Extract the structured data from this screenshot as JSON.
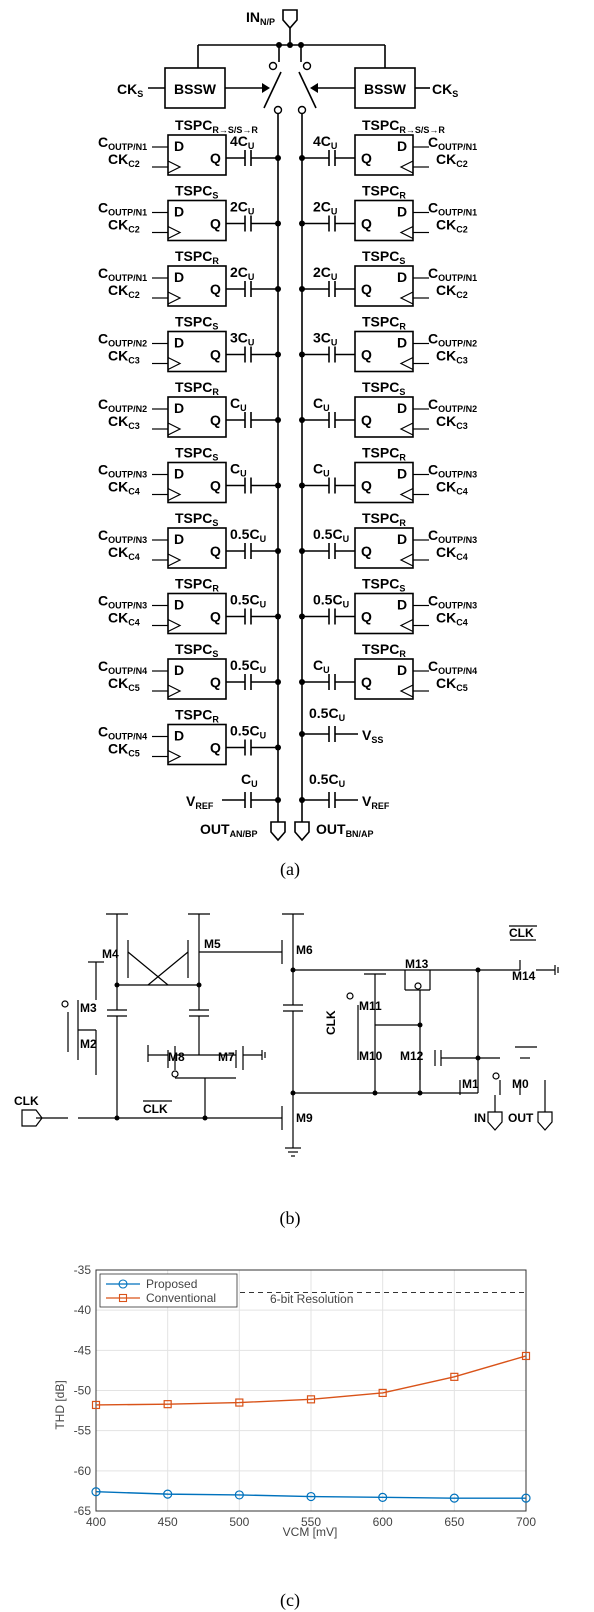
{
  "panel_a": {
    "caption": "(a)",
    "in_label": "IN",
    "in_sub": "N/P",
    "bssw": "BSSW",
    "cks": "CK",
    "cks_sub": "S",
    "out_left": "OUT",
    "out_left_sub": "AN/BP",
    "out_right": "OUT",
    "out_right_sub": "BN/AP",
    "vref": "V",
    "vref_sub": "REF",
    "vss": "V",
    "vss_sub": "SS",
    "ff_d": "D",
    "ff_q": "Q",
    "left_rows": [
      {
        "tspc": "R→S/S→R",
        "cap": "4C",
        "cout": "N1",
        "ck": "C2"
      },
      {
        "tspc": "S",
        "cap": "2C",
        "cout": "N1",
        "ck": "C2"
      },
      {
        "tspc": "R",
        "cap": "2C",
        "cout": "N1",
        "ck": "C2"
      },
      {
        "tspc": "S",
        "cap": "3C",
        "cout": "N2",
        "ck": "C3"
      },
      {
        "tspc": "R",
        "cap": "C",
        "cout": "N2",
        "ck": "C3"
      },
      {
        "tspc": "S",
        "cap": "C",
        "cout": "N3",
        "ck": "C4"
      },
      {
        "tspc": "S",
        "cap": "0.5C",
        "cout": "N3",
        "ck": "C4"
      },
      {
        "tspc": "R",
        "cap": "0.5C",
        "cout": "N3",
        "ck": "C4"
      },
      {
        "tspc": "S",
        "cap": "0.5C",
        "cout": "N4",
        "ck": "C5"
      },
      {
        "tspc": "R",
        "cap": "0.5C",
        "cout": "N4",
        "ck": "C5"
      }
    ],
    "right_rows": [
      {
        "tspc": "R→S/S→R",
        "cap": "4C",
        "cout": "N1",
        "ck": "C2"
      },
      {
        "tspc": "R",
        "cap": "2C",
        "cout": "N1",
        "ck": "C2"
      },
      {
        "tspc": "S",
        "cap": "2C",
        "cout": "N1",
        "ck": "C2"
      },
      {
        "tspc": "R",
        "cap": "3C",
        "cout": "N2",
        "ck": "C3"
      },
      {
        "tspc": "S",
        "cap": "C",
        "cout": "N2",
        "ck": "C3"
      },
      {
        "tspc": "R",
        "cap": "C",
        "cout": "N3",
        "ck": "C4"
      },
      {
        "tspc": "R",
        "cap": "0.5C",
        "cout": "N3",
        "ck": "C4"
      },
      {
        "tspc": "S",
        "cap": "0.5C",
        "cout": "N3",
        "ck": "C4"
      },
      {
        "tspc": "R",
        "cap": "C",
        "cout": "N4",
        "ck": "C5"
      }
    ],
    "right_vss_cap": "0.5C",
    "left_vref_cap": "C",
    "right_vref_cap": "0.5C",
    "tspc_word": "TSPC",
    "cout_word": "C",
    "cout_prefix": "OUTP/",
    "ck_word": "CK",
    "unit_sub": "U"
  },
  "panel_b": {
    "caption": "(b)",
    "transistors": [
      "M4",
      "M5",
      "M6",
      "M13",
      "M14",
      "M11",
      "M10",
      "M12",
      "M8",
      "M7",
      "M3",
      "M2",
      "M9",
      "M1",
      "M0"
    ],
    "clk": "CLK",
    "clk_bar": "CLK",
    "in": "IN",
    "out": "OUT"
  },
  "panel_c": {
    "caption": "(c)"
  },
  "chart_data": {
    "type": "line",
    "xlabel": "VCM [mV]",
    "ylabel": "THD [dB]",
    "xlim": [
      400,
      700
    ],
    "ylim": [
      -65,
      -35
    ],
    "xticks": [
      400,
      450,
      500,
      550,
      600,
      650,
      700
    ],
    "yticks": [
      -35,
      -40,
      -45,
      -50,
      -55,
      -60,
      -65
    ],
    "grid": true,
    "legend": "top-left",
    "x": [
      400,
      450,
      500,
      550,
      600,
      650,
      700
    ],
    "series": [
      {
        "name": "Proposed",
        "color": "#0072BD",
        "marker": "circle",
        "values": [
          -62.6,
          -62.9,
          -63.0,
          -63.2,
          -63.3,
          -63.4,
          -63.4
        ]
      },
      {
        "name": "Conventional",
        "color": "#D95319",
        "marker": "square",
        "values": [
          -51.8,
          -51.7,
          -51.5,
          -51.1,
          -50.3,
          -48.3,
          -45.7
        ]
      }
    ],
    "reference": {
      "label": "6-bit Resolution",
      "value": -37.8
    }
  }
}
